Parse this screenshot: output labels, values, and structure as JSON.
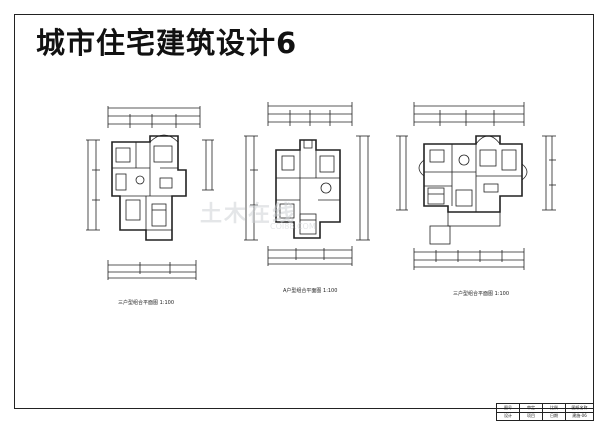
{
  "title": "城市住宅建筑设计6",
  "watermark": {
    "text": "土木在线",
    "sub": "COI88.COM"
  },
  "plans": [
    {
      "caption": "三户型组合平面图 1:100"
    },
    {
      "caption": "A户型组合平面图 1:100"
    },
    {
      "caption": "三户型组合平面图 1:100"
    }
  ],
  "titleblock": {
    "cells": [
      {
        "top": "图号",
        "bottom": "设计"
      },
      {
        "top": "审定",
        "bottom": "项目"
      },
      {
        "top": "比例",
        "bottom": "日期"
      },
      {
        "top": "图纸名称",
        "bottom": "建施-06"
      }
    ]
  },
  "colors": {
    "line": "#222222",
    "watermark": "#cfd3d6"
  }
}
